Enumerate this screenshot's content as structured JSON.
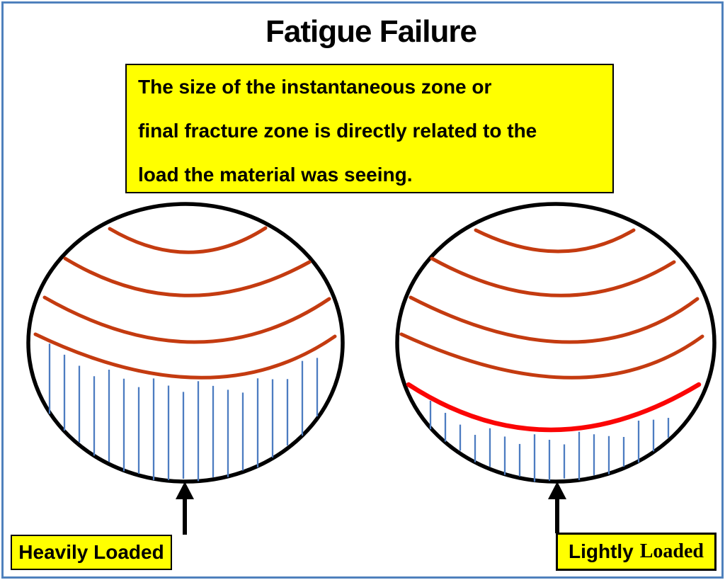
{
  "title": "Fatigue Failure",
  "info_box": {
    "lines": [
      "The size of the instantaneous zone or",
      "final fracture zone is directly related to the",
      "load the material was seeing."
    ]
  },
  "labels": {
    "left": "Heavily Loaded",
    "right_word_sans": "Lightly",
    "right_word_serif": "Loaded"
  },
  "diagram": {
    "left_fracture_surface": {
      "label": "Heavily Loaded",
      "beach_mark_count": 4,
      "hatch_line_count": 19
    },
    "right_fracture_surface": {
      "label": "Lightly Loaded",
      "beach_mark_count": 4,
      "has_red_final_boundary": true,
      "hatch_line_count": 17
    }
  },
  "colors": {
    "background": "#ffffff",
    "frame_border": "#4f81bd",
    "highlight_yellow": "#ffff00",
    "outline": "#000000",
    "beach_mark": "#c43b10",
    "final_zone_boundary": "#fb0505",
    "hatch_blue": "#4d7cc1",
    "text": "#000000"
  }
}
